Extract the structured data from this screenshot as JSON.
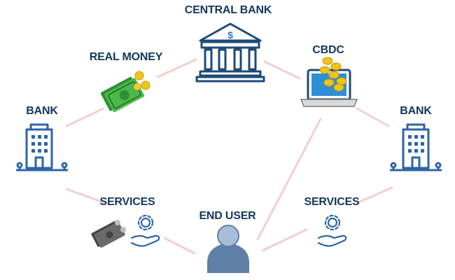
{
  "labels": {
    "central_bank": "CENTRAL BANK",
    "real_money": "REAL MONEY",
    "cbdc": "CBDC",
    "bank_left": "BANK",
    "bank_right": "BANK",
    "services_left": "SERVICES",
    "services_right": "SERVICES",
    "end_user": "END USER"
  },
  "bank_icon_text": "$",
  "colors": {
    "navy": "#1e4a78",
    "label": "#14375c",
    "connector": "#f3cfd0",
    "money_green": "#3da93d",
    "coin_gold": "#f0c419",
    "user_fill": "#5f7fa6",
    "user_head": "#a9bdd6",
    "grey_money": "#5b5b5b"
  },
  "icons": [
    "central-bank-icon",
    "money-icon",
    "laptop-coins-icon",
    "bank-building-icon",
    "service-hand-gear-icon",
    "grey-money-icon",
    "end-user-icon"
  ]
}
